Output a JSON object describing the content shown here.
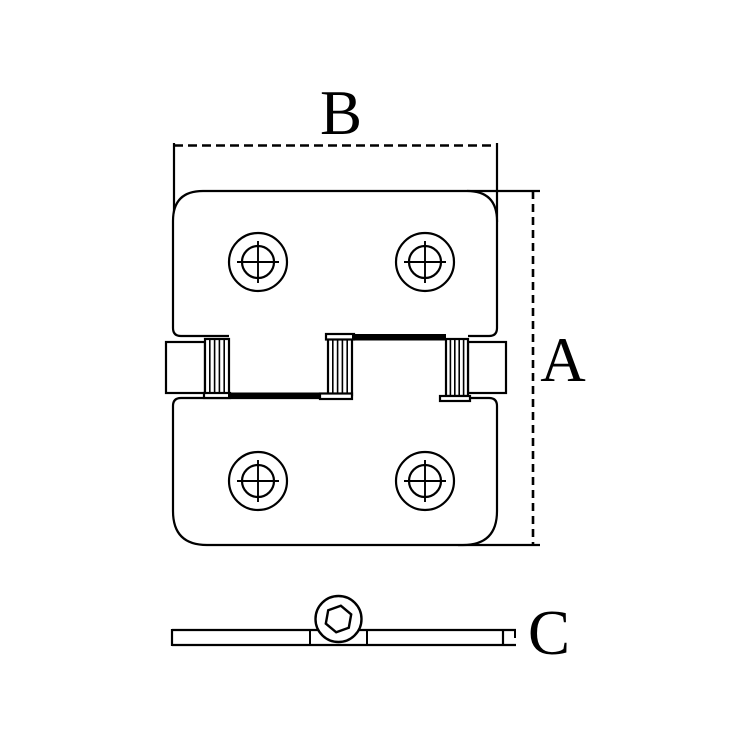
{
  "drawing": {
    "background_color": "#ffffff",
    "line_color": "#000000",
    "labels": {
      "width": "B",
      "height": "A",
      "thickness": "C"
    }
  }
}
